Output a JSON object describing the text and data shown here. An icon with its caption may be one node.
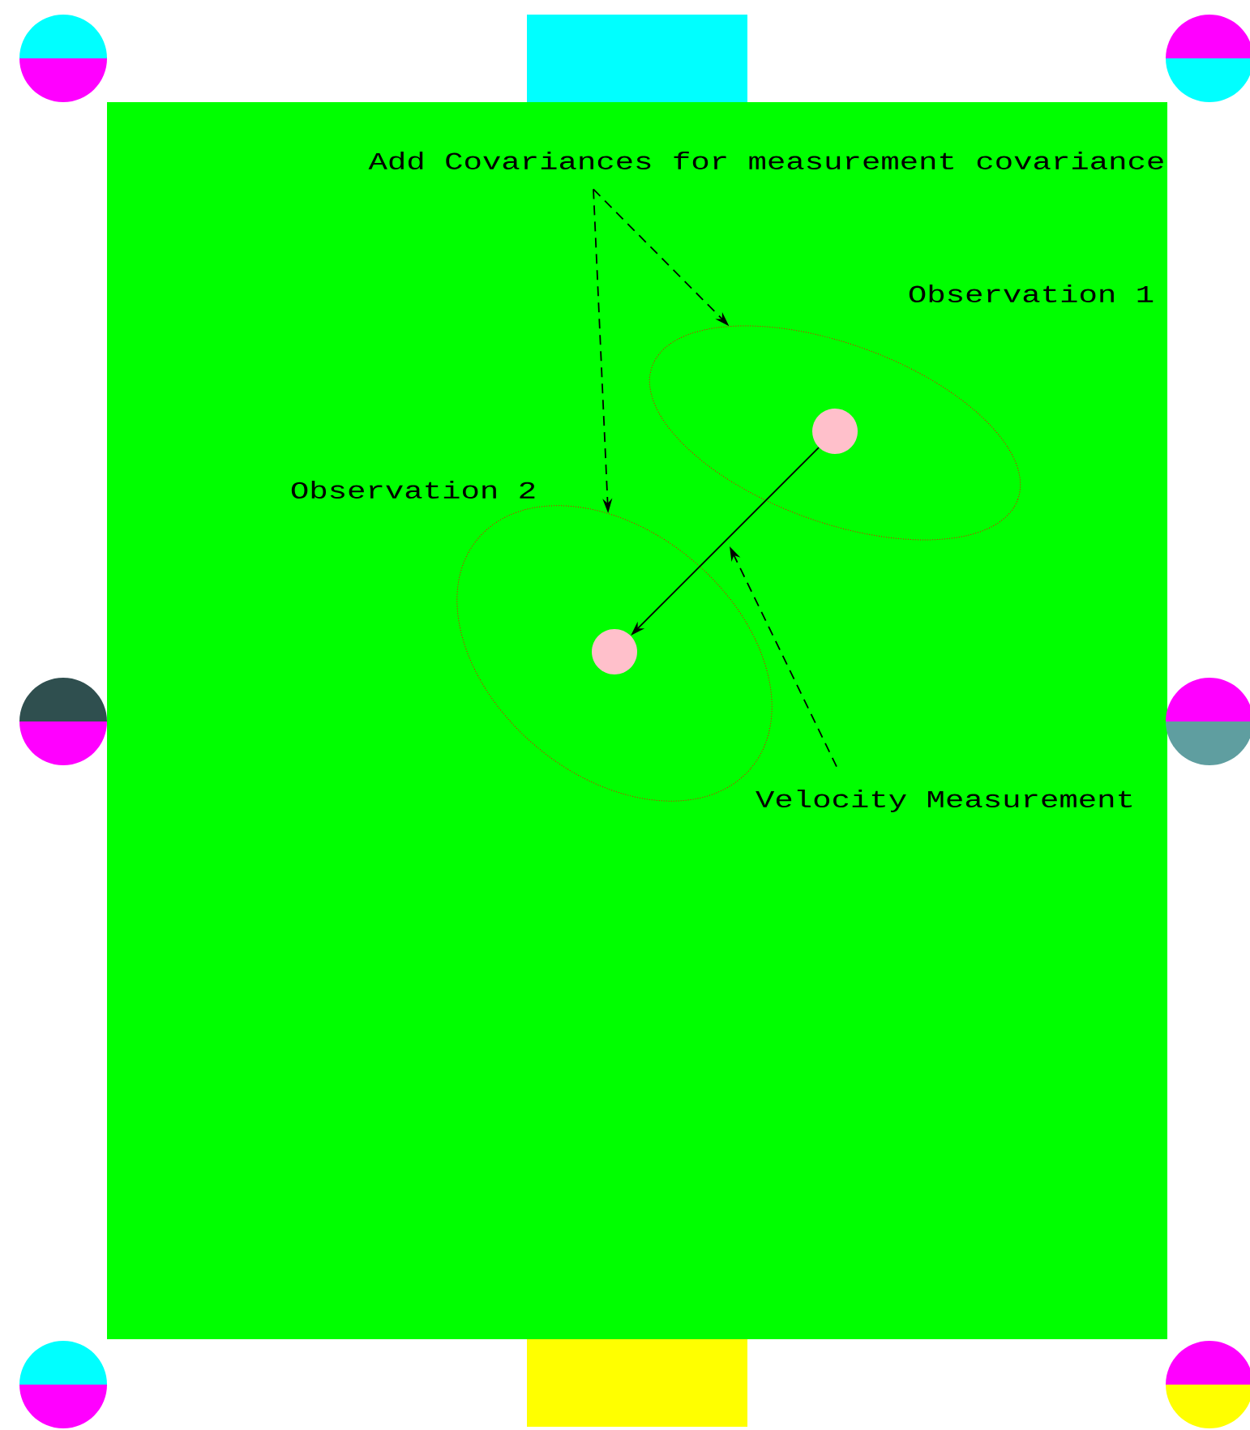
{
  "diagram": {
    "nodes": [
      {
        "text": [
          "Add Covariances for measurement covariance"
        ]
      },
      {
        "text": [
          "Velocity Measurement"
        ]
      },
      {
        "text": [],
        "shape": "ellipse"
      },
      {
        "text": [],
        "shape": "ellipse"
      },
      {
        "text": [],
        "shape": "circle",
        "in": 2
      },
      {
        "text": [],
        "shape": "circle",
        "in": 3
      }
    ],
    "edges": [
      {
        "from": 0,
        "to": 3,
        "arrow": "to",
        "style": "dashed"
      },
      {
        "from": 0,
        "to": 2,
        "arrow": "to",
        "style": "dashed"
      },
      {
        "from": 4,
        "to": 5,
        "arrow": "to"
      },
      {
        "from": 1,
        "to": null,
        "arrow": "to",
        "style": "dashed"
      }
    ],
    "labels": [
      "Observation 1",
      "Observation 2"
    ]
  }
}
